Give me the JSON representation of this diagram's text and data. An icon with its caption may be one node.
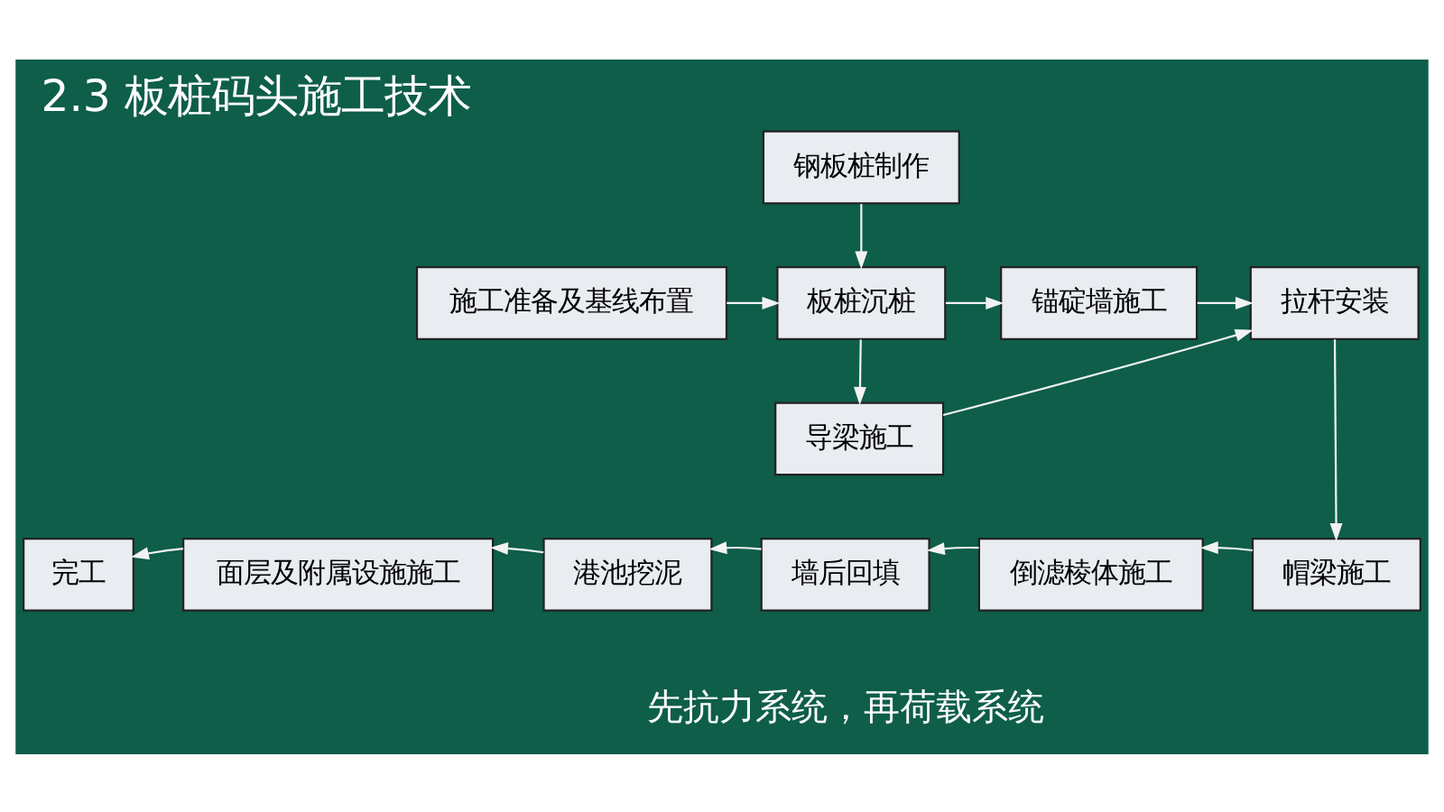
{
  "diagram": {
    "title": "2.3 板桩码头施工技术",
    "nodes": [
      {
        "text": [
          "施工准备及基线布置"
        ]
      },
      {
        "text": [
          "钢板桩制作"
        ]
      },
      {
        "text": [
          "板桩沉桩"
        ]
      },
      {
        "text": [
          "锚碇墙施工"
        ]
      },
      {
        "text": [
          "导梁施工"
        ]
      },
      {
        "text": [
          "拉杆安装"
        ]
      },
      {
        "text": [
          "帽梁施工"
        ]
      },
      {
        "text": [
          "倒滤棱体施工"
        ]
      },
      {
        "text": [
          "墙后回填"
        ]
      },
      {
        "text": [
          "港池挖泥"
        ]
      },
      {
        "text": [
          "面层及附属设施施工"
        ]
      },
      {
        "text": [
          "完工"
        ]
      }
    ],
    "edges": [
      {
        "from": 0,
        "to": 2,
        "arrow": "to"
      },
      {
        "from": 1,
        "to": 2,
        "arrow": "to"
      },
      {
        "from": 2,
        "to": 3,
        "arrow": "to"
      },
      {
        "from": 2,
        "to": 4,
        "arrow": "to"
      },
      {
        "from": 3,
        "to": 5,
        "arrow": "to"
      },
      {
        "from": 4,
        "to": 5,
        "arrow": "to"
      },
      {
        "from": 5,
        "to": 6,
        "arrow": "to"
      },
      {
        "from": 6,
        "to": 7,
        "arrow": "to"
      },
      {
        "from": 7,
        "to": 8,
        "arrow": "to"
      },
      {
        "from": 8,
        "to": 9,
        "arrow": "to"
      },
      {
        "from": 9,
        "to": 10,
        "arrow": "to"
      },
      {
        "from": 10,
        "to": 11,
        "arrow": "to"
      }
    ],
    "labels": [
      "先抗力系统，再荷载系统"
    ]
  }
}
